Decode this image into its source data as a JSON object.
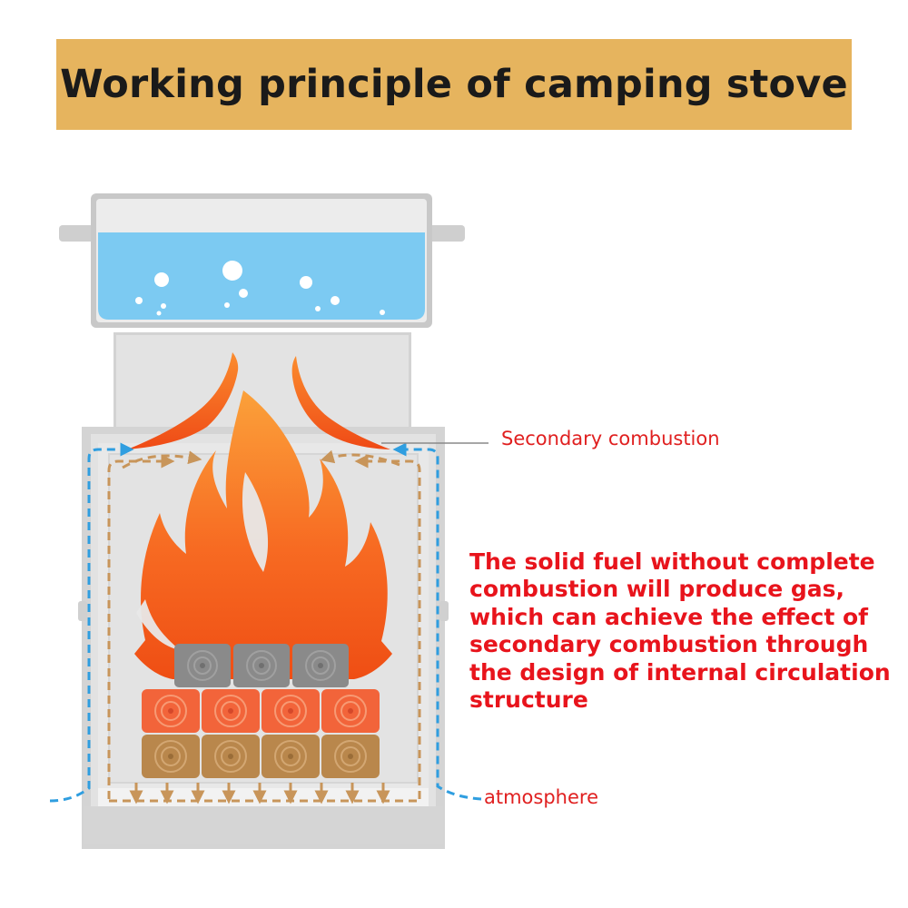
{
  "title": "Working principle of camping stove",
  "labels": {
    "secondary_combustion": "Secondary combustion",
    "atmosphere": "atmosphere"
  },
  "explanation": {
    "lines": [
      "The solid fuel without complete",
      "combustion will produce gas,",
      "which can achieve the effect of",
      "secondary combustion through",
      "the design of internal circulation",
      "structure"
    ]
  },
  "colors": {
    "banner": "#e6b45e",
    "label_red": "#e02020",
    "water": "#79c9f2",
    "flame_orange": "#f7611f",
    "air_blue": "#2f9ee0",
    "gas_brown": "#c8955a",
    "stove_grey": "#d9d9d9",
    "fuel_grey": "#8a8a8a",
    "fuel_red": "#f2643a",
    "fuel_brown": "#b9874c"
  },
  "icons": {
    "pot": "cooking-pot-icon",
    "flame": "flame-icon",
    "fuel": "wood-block-icon"
  }
}
